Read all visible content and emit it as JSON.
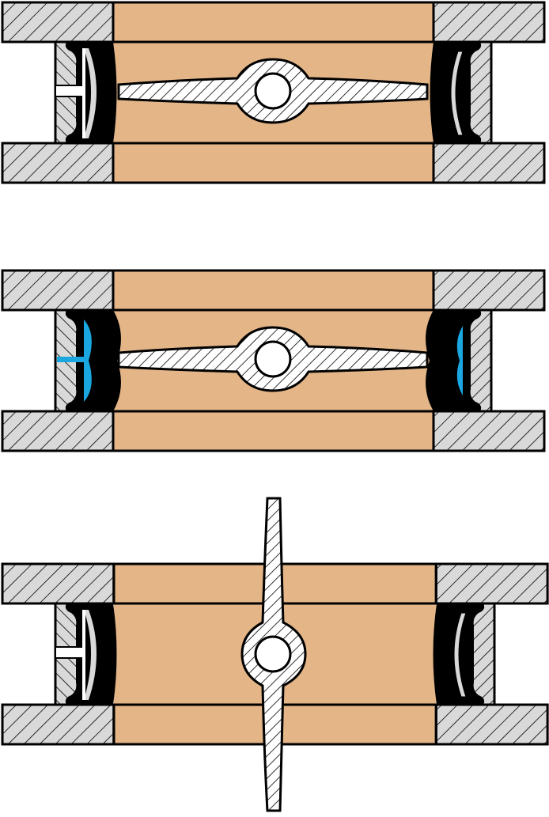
{
  "colors": {
    "flange": "#D9D9D9",
    "bore": "#E3B587",
    "seal": "#000000",
    "pressure": "#1AA7E0",
    "disc": "#FFFFFF",
    "outline": "#000000"
  },
  "panels": [
    {
      "name": "closed-unpressurized",
      "disc_orientation": "horizontal",
      "seal_pressurized": false
    },
    {
      "name": "closed-pressurized",
      "disc_orientation": "horizontal",
      "seal_pressurized": true
    },
    {
      "name": "open",
      "disc_orientation": "vertical",
      "seal_pressurized": false
    }
  ]
}
